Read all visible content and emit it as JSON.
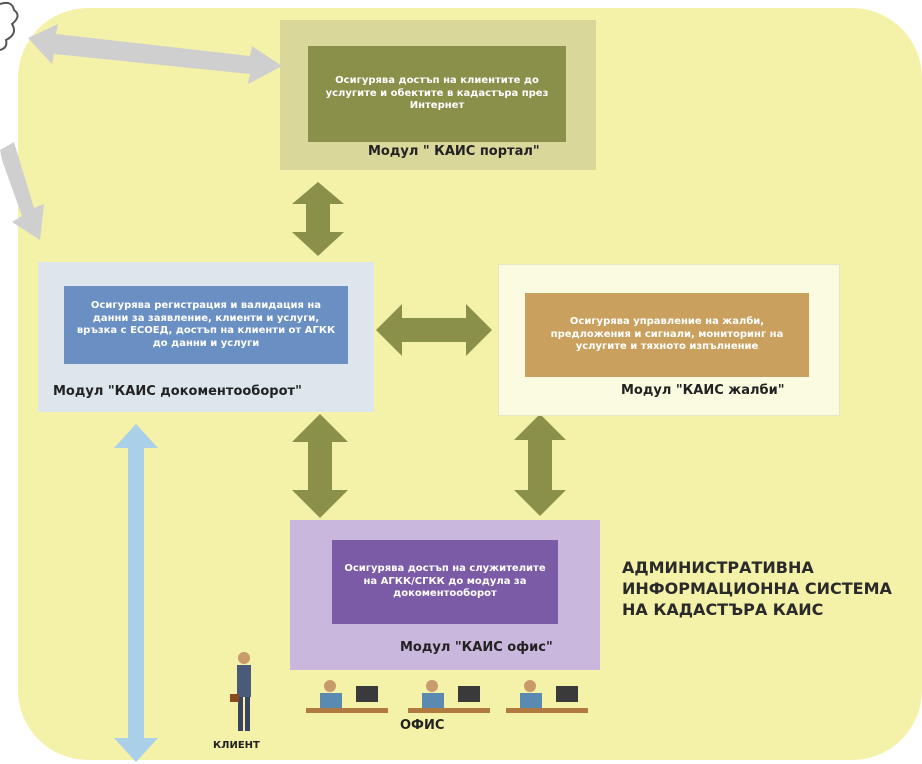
{
  "modules": {
    "portal": {
      "description": "Осигурява достъп на клиентите до услугите и обектите в кадастъра през Интернет",
      "label": "Модул \" КАИС портал\""
    },
    "docs": {
      "description": "Осигурява регистрация и валидация на данни за заявление, клиенти и услуги, връзка с ЕСОЕД, достъп на клиенти от АГКК до данни и услуги",
      "label": "Модул \"КАИС докоментооборот\""
    },
    "complaints": {
      "description": "Осигурява управление на жалби, предложения и сигнали, мониторинг на услугите и тяхното изпълнение",
      "label": "Модул \"КАИС жалби\""
    },
    "office": {
      "description": "Осигурява достъп на служителите на АГКК/СГКК до модула за докоментооборот",
      "label": "Модул \"КАИС офис\""
    }
  },
  "system_title": "АДМИНИСТРАТИВНА ИНФОРМАЦИОННА СИСТЕМА НА КАДАСТЪРА КАИС",
  "labels": {
    "office": "ОФИС",
    "client": "КЛИЕНТ"
  },
  "colors": {
    "background": "#f4f1a8",
    "arrow": "#8a8f4a",
    "arrow_grey": "#c9c9c9",
    "arrow_blue": "#a9cfe9"
  }
}
